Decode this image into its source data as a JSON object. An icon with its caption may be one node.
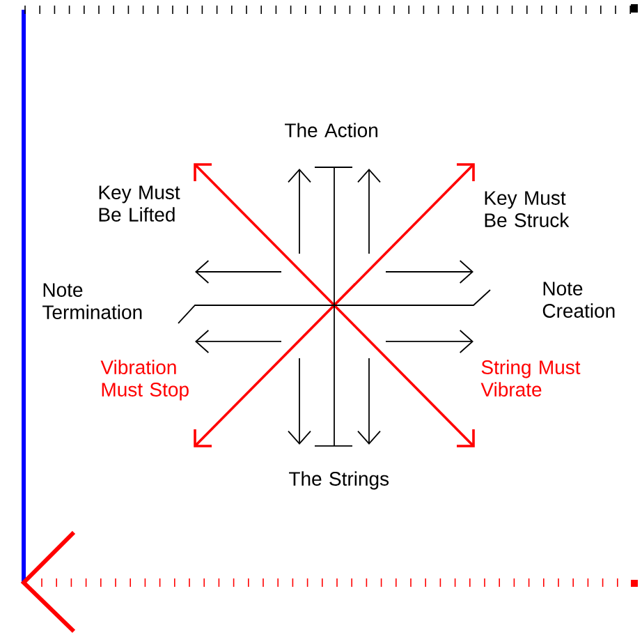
{
  "diagram": {
    "labels": [
      "The Action",
      "Key Must Be Lifted",
      "Key Must Be Struck",
      "Note Termination",
      "Note Creation",
      "Vibration Must Stop",
      "String Must Vibrate",
      "The Strings"
    ]
  }
}
